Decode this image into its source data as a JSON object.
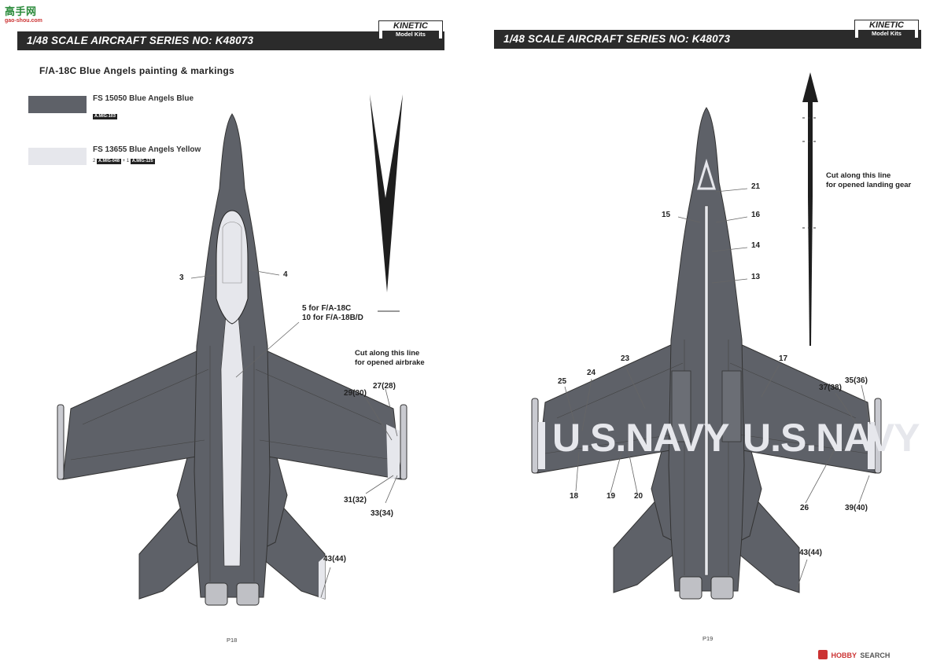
{
  "watermark_top": {
    "line1": "高手网",
    "line2": "gao-shou.com"
  },
  "left_page": {
    "series_title": "1/48 SCALE AIRCRAFT SERIES NO: K48073",
    "brand": {
      "name": "KINETIC",
      "tag": "Model Kits"
    },
    "heading": "F/A-18C Blue Angels painting & markings",
    "paints": [
      {
        "name": "FS 15050 Blue Angels Blue",
        "refs": [
          "A.MIG-103"
        ],
        "color": "#5e6168"
      },
      {
        "name": "FS 13655 Blue Angels Yellow",
        "mix_prefix": "2",
        "refs": [
          "A.MIG-048",
          "A.MIG-125"
        ],
        "mix_join": "+ 1",
        "color": "#e6e7ec"
      }
    ],
    "callouts": [
      "3",
      "4",
      "5 for F/A-18C",
      "10 for F/A-18B/D",
      "29(30)",
      "27(28)",
      "31(32)",
      "33(34)",
      "43(44)"
    ],
    "airbrake_note": [
      "Cut along this line",
      "for opened airbrake"
    ],
    "page_number": "P18"
  },
  "right_page": {
    "series_title": "1/48 SCALE AIRCRAFT SERIES NO: K48073",
    "brand": {
      "name": "KINETIC",
      "tag": "Model Kits"
    },
    "callouts": [
      "21",
      "15",
      "16",
      "14",
      "13",
      "23",
      "17",
      "25",
      "24",
      "35(36)",
      "37(38)",
      "18",
      "19",
      "20",
      "26",
      "39(40)",
      "43(44)"
    ],
    "gear_note": [
      "Cut along this line",
      "for opened landing gear"
    ],
    "wing_lettering": [
      "U.S.NAVY",
      "U.S.NAVY"
    ],
    "page_number": "P19"
  },
  "watermark_bottom": {
    "brand": "HOBBY",
    "word": "SEARCH"
  },
  "colors": {
    "blue": "#5e6168",
    "yellow": "#e6e7ec",
    "dark": "#2b2b2b"
  }
}
